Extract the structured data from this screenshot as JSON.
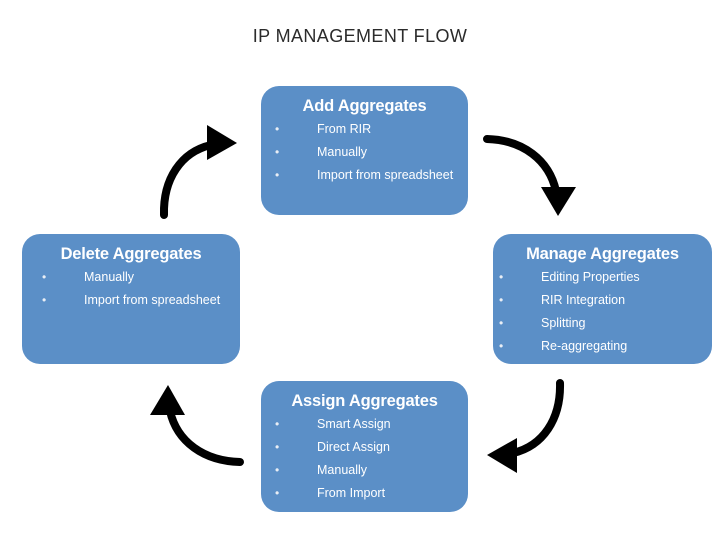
{
  "page": {
    "title": "IP MANAGEMENT FLOW",
    "background_color": "#ffffff",
    "node_color": "#5b8fc7",
    "node_text_color": "#ffffff",
    "arrow_color": "#000000",
    "title_color": "#2b2b2b"
  },
  "nodes": [
    {
      "id": "add-aggregates",
      "title": "Add Aggregates",
      "items": [
        "From RIR",
        "Manually",
        "Import from spreadsheet"
      ]
    },
    {
      "id": "manage-aggregates",
      "title": "Manage Aggregates",
      "items": [
        "Editing Properties",
        "RIR Integration",
        "Splitting",
        "Re-aggregating"
      ]
    },
    {
      "id": "assign-aggregates",
      "title": "Assign Aggregates",
      "items": [
        "Smart Assign",
        "Direct Assign",
        "Manually",
        "From Import"
      ]
    },
    {
      "id": "delete-aggregates",
      "title": "Delete Aggregates",
      "items": [
        "Manually",
        "Import from spreadsheet"
      ]
    }
  ],
  "bullet_glyph": "•",
  "arrows": [
    {
      "id": "arrow-add-to-manage",
      "from": "add-aggregates",
      "to": "manage-aggregates",
      "direction": "down-right"
    },
    {
      "id": "arrow-manage-to-assign",
      "from": "manage-aggregates",
      "to": "assign-aggregates",
      "direction": "down-left"
    },
    {
      "id": "arrow-assign-to-delete",
      "from": "assign-aggregates",
      "to": "delete-aggregates",
      "direction": "up-left"
    },
    {
      "id": "arrow-delete-to-add",
      "from": "delete-aggregates",
      "to": "add-aggregates",
      "direction": "up-right"
    }
  ]
}
